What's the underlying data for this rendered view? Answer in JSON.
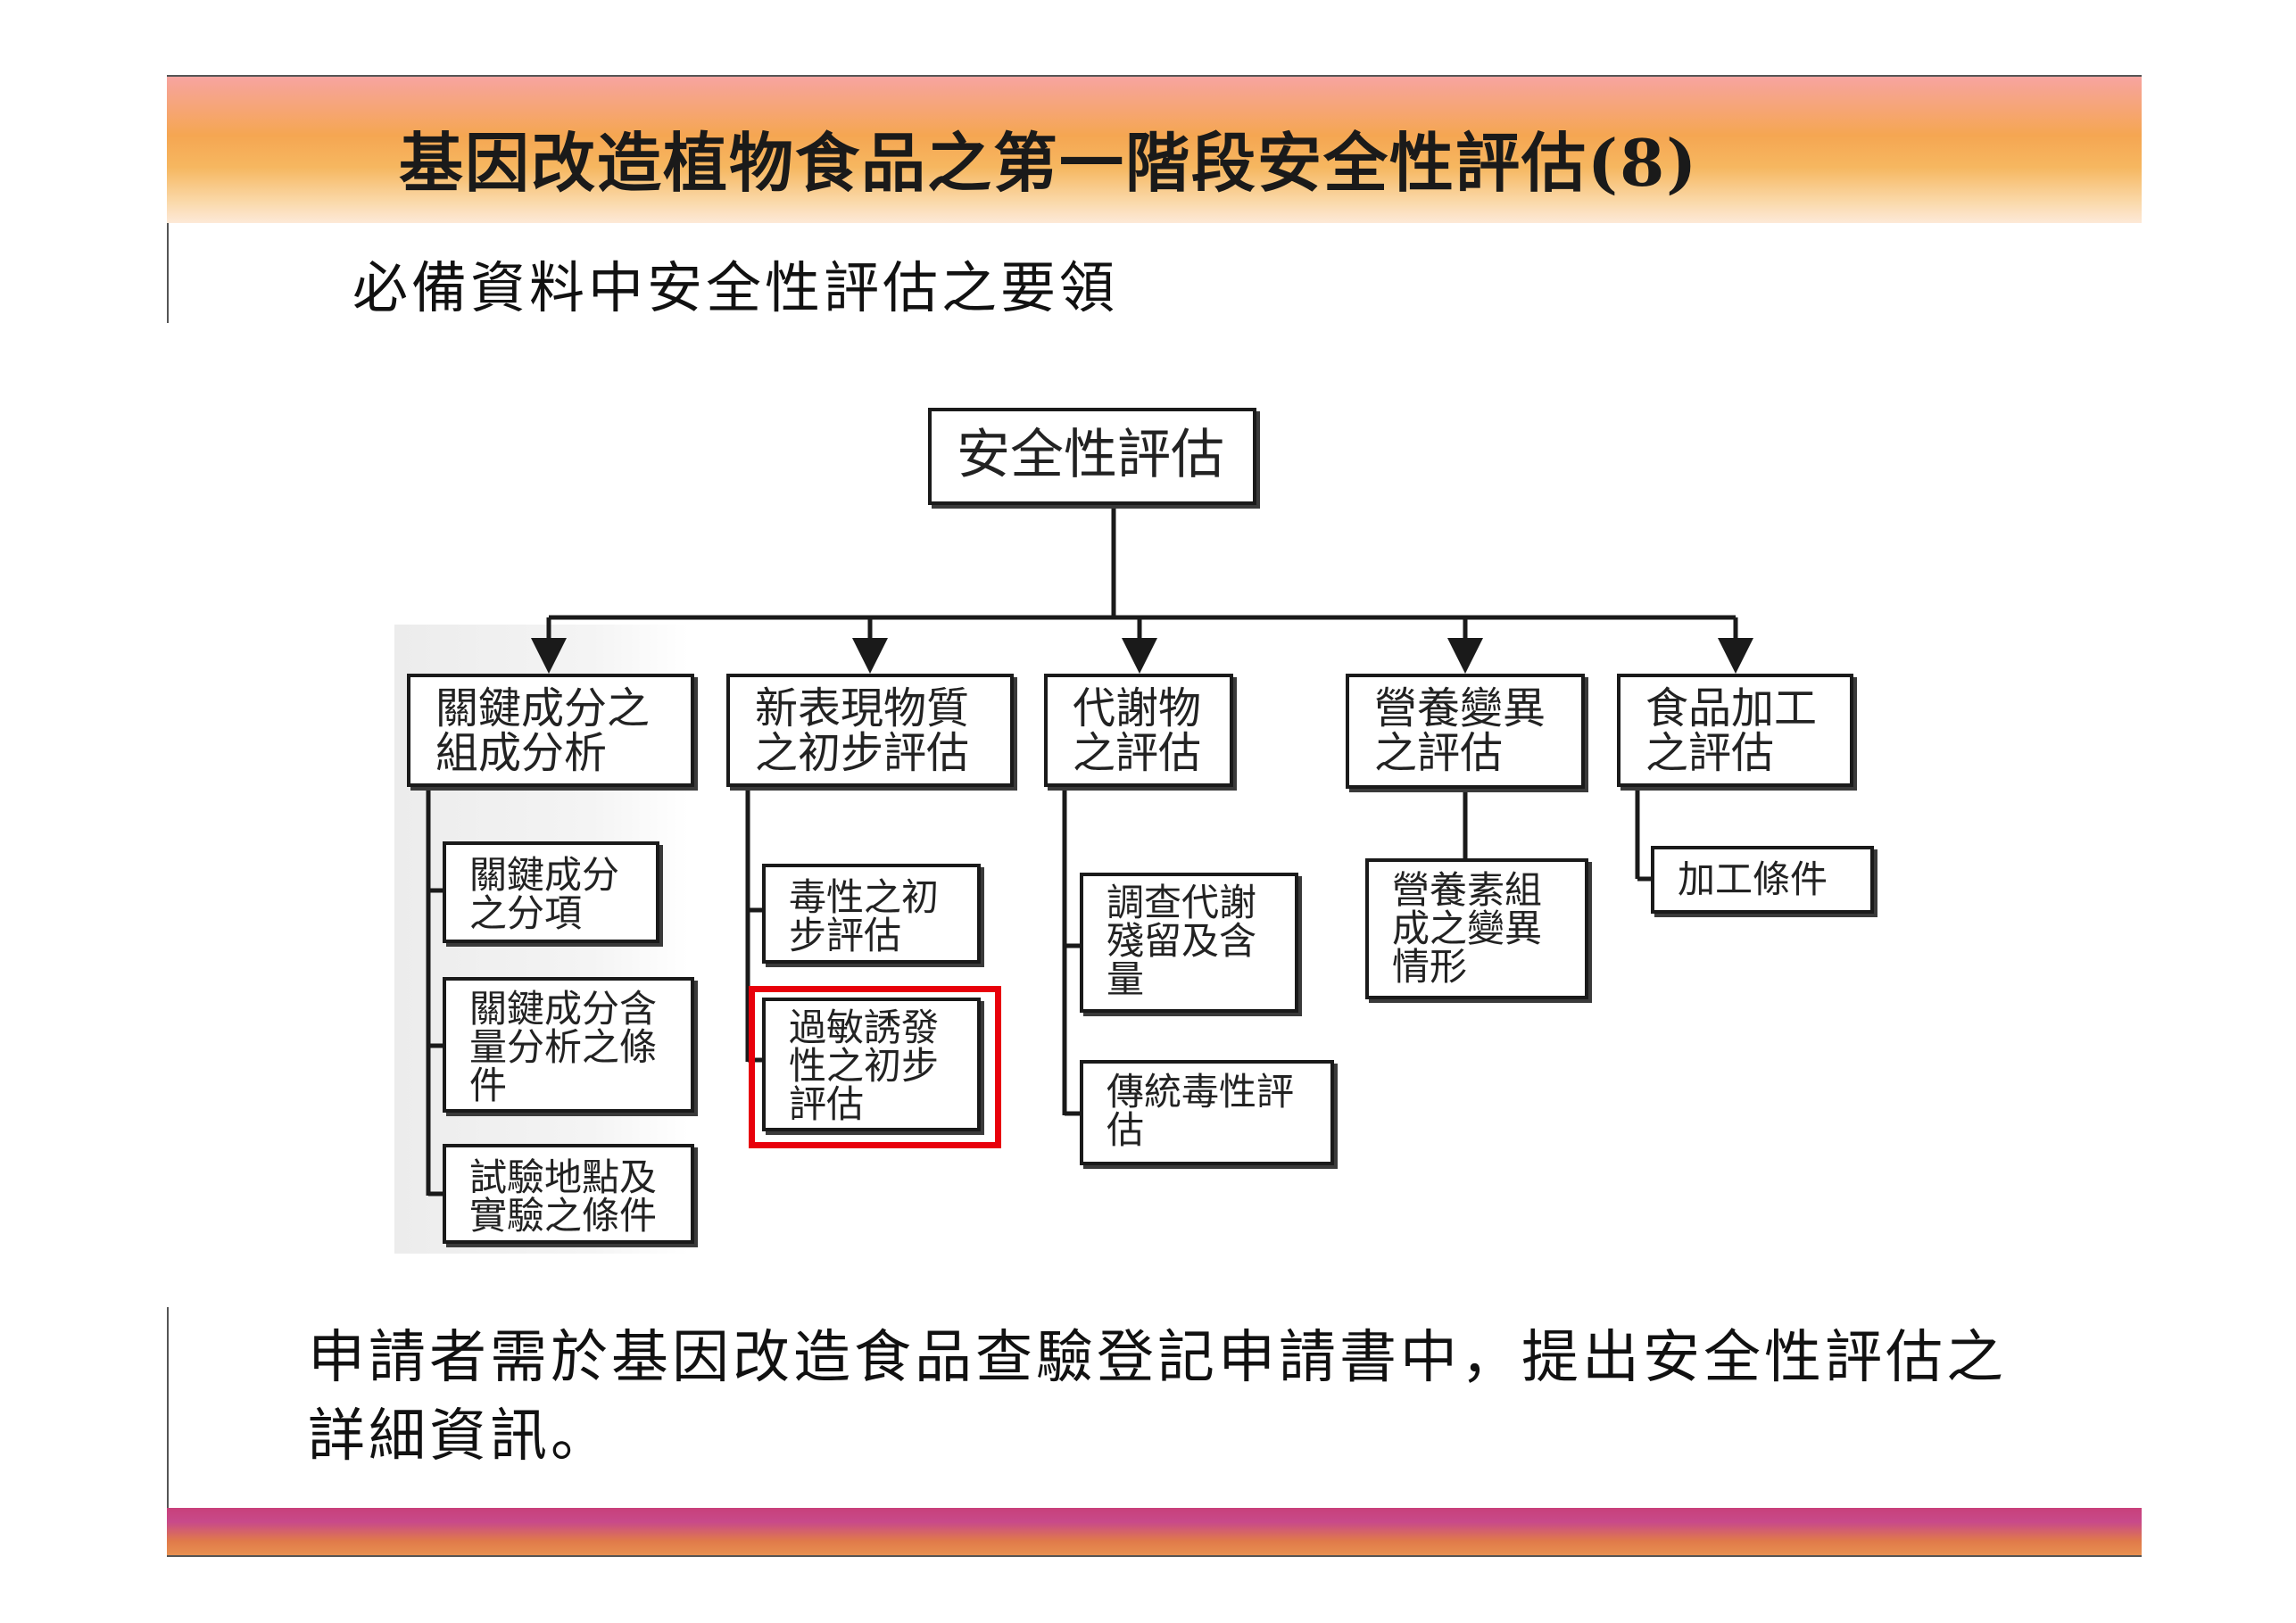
{
  "slide": {
    "title": "基因改造植物食品之第一階段安全性評估(8)",
    "subtitle": "必備資料中安全性評估之要領",
    "body": "申請者需於基因改造食品查驗登記申請書中，提出安全性評估之詳細資訊。"
  },
  "colors": {
    "highlight": "#e8000b",
    "title_bar_top": "#f7a4a0",
    "title_bar_mid": "#f5a652",
    "footer_bar": "#c8407a"
  },
  "diagram": {
    "root": "安全性評估",
    "categories": [
      {
        "label": "關鍵成分之\n組成分析",
        "items": [
          "關鍵成分\n之分項",
          "關鍵成分含\n量分析之條\n件",
          "試驗地點及\n實驗之條件"
        ]
      },
      {
        "label": "新表現物質\n之初步評估",
        "items": [
          "毒性之初\n步評估",
          "過敏誘發\n性之初步\n評估"
        ]
      },
      {
        "label": "代謝物\n之評估",
        "items": [
          "調查代謝\n殘留及含\n量",
          "傳統毒性評\n估"
        ]
      },
      {
        "label": "營養變異\n之評估",
        "items": [
          "營養素組\n成之變異\n情形"
        ]
      },
      {
        "label": "食品加工\n之評估",
        "items": [
          "加工條件"
        ]
      }
    ],
    "highlighted_item": "過敏誘發\n性之初步\n評估"
  }
}
